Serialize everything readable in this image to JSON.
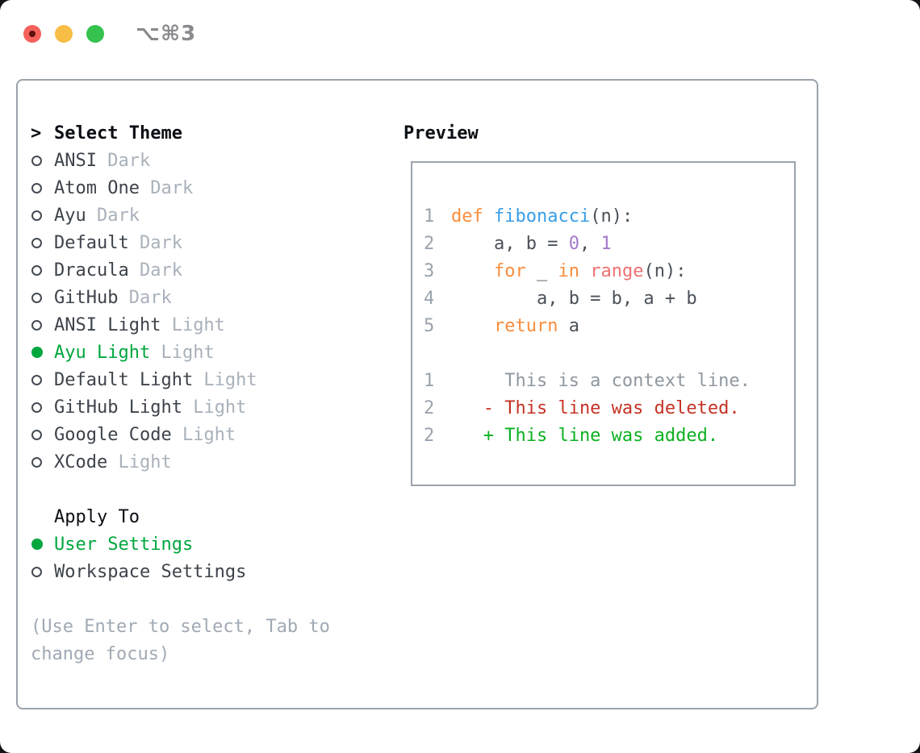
{
  "window": {
    "shortcut": "⌥⌘3",
    "traffic_lights": [
      "close",
      "minimize",
      "zoom"
    ]
  },
  "theme_selector": {
    "prompt": ">",
    "title": "Select Theme",
    "items": [
      {
        "label": "ANSI",
        "tag": "Dark",
        "selected": false
      },
      {
        "label": "Atom One",
        "tag": "Dark",
        "selected": false
      },
      {
        "label": "Ayu",
        "tag": "Dark",
        "selected": false
      },
      {
        "label": "Default",
        "tag": "Dark",
        "selected": false
      },
      {
        "label": "Dracula",
        "tag": "Dark",
        "selected": false
      },
      {
        "label": "GitHub",
        "tag": "Dark",
        "selected": false
      },
      {
        "label": "ANSI Light",
        "tag": "Light",
        "selected": false
      },
      {
        "label": "Ayu Light",
        "tag": "Light",
        "selected": true
      },
      {
        "label": "Default Light",
        "tag": "Light",
        "selected": false
      },
      {
        "label": "GitHub Light",
        "tag": "Light",
        "selected": false
      },
      {
        "label": "Google Code",
        "tag": "Light",
        "selected": false
      },
      {
        "label": "XCode",
        "tag": "Light",
        "selected": false
      }
    ]
  },
  "apply_to": {
    "title": "Apply To",
    "options": [
      {
        "label": "User Settings",
        "selected": true
      },
      {
        "label": "Workspace Settings",
        "selected": false
      }
    ]
  },
  "hint": {
    "line1": "(Use Enter to select, Tab to",
    "line2": "change focus)"
  },
  "preview": {
    "title": "Preview",
    "lines": [
      {
        "num": "1",
        "tokens": [
          {
            "t": "def ",
            "c": "keyword"
          },
          {
            "t": "fibonacci",
            "c": "function_name"
          },
          {
            "t": "(n):",
            "c": "code_fg"
          }
        ]
      },
      {
        "num": "2",
        "tokens": [
          {
            "t": "    a, b = ",
            "c": "code_fg"
          },
          {
            "t": "0",
            "c": "number_literal"
          },
          {
            "t": ", ",
            "c": "code_fg"
          },
          {
            "t": "1",
            "c": "number_literal"
          }
        ]
      },
      {
        "num": "3",
        "tokens": [
          {
            "t": "    ",
            "c": "code_fg"
          },
          {
            "t": "for",
            "c": "keyword"
          },
          {
            "t": " _ ",
            "c": "code_fg"
          },
          {
            "t": "in",
            "c": "keyword"
          },
          {
            "t": " ",
            "c": "code_fg"
          },
          {
            "t": "range",
            "c": "call_name"
          },
          {
            "t": "(n):",
            "c": "code_fg"
          }
        ]
      },
      {
        "num": "4",
        "tokens": [
          {
            "t": "        a, b = b, a + b",
            "c": "code_fg"
          }
        ]
      },
      {
        "num": "5",
        "tokens": [
          {
            "t": "    ",
            "c": "code_fg"
          },
          {
            "t": "return",
            "c": "keyword"
          },
          {
            "t": " a",
            "c": "code_fg"
          }
        ]
      },
      {
        "num": "",
        "tokens": []
      },
      {
        "num": "1",
        "tokens": [
          {
            "t": "     This is a context line.",
            "c": "context_line"
          }
        ]
      },
      {
        "num": "2",
        "tokens": [
          {
            "t": "   - This line was deleted.",
            "c": "deleted_line"
          }
        ]
      },
      {
        "num": "2",
        "tokens": [
          {
            "t": "   + This line was added.",
            "c": "added_line"
          }
        ]
      }
    ]
  },
  "colors": {
    "window_bg": "#ffffff",
    "panel_border": "#9aa2ac",
    "heading_text": "#0b0e14",
    "item_text": "#3d434b",
    "tag_text": "#a9b1bb",
    "hint_text": "#a0a9b4",
    "selected_green": "#00a73e",
    "radio_stroke": "#454b54",
    "shortcut_text": "#8a8a8e",
    "light_red": "#f4605a",
    "light_red_dot": "#5f100b",
    "light_yellow": "#f7bd45",
    "light_green": "#35c24e",
    "line_number": "#9aa3ad",
    "code_fg": "#4a5158",
    "keyword": "#fa8d3e",
    "function_name": "#399ee6",
    "call_name": "#f07171",
    "number_literal": "#a37acc",
    "context_line": "#8f979f",
    "deleted_line": "#c43325",
    "added_line": "#0db021"
  }
}
